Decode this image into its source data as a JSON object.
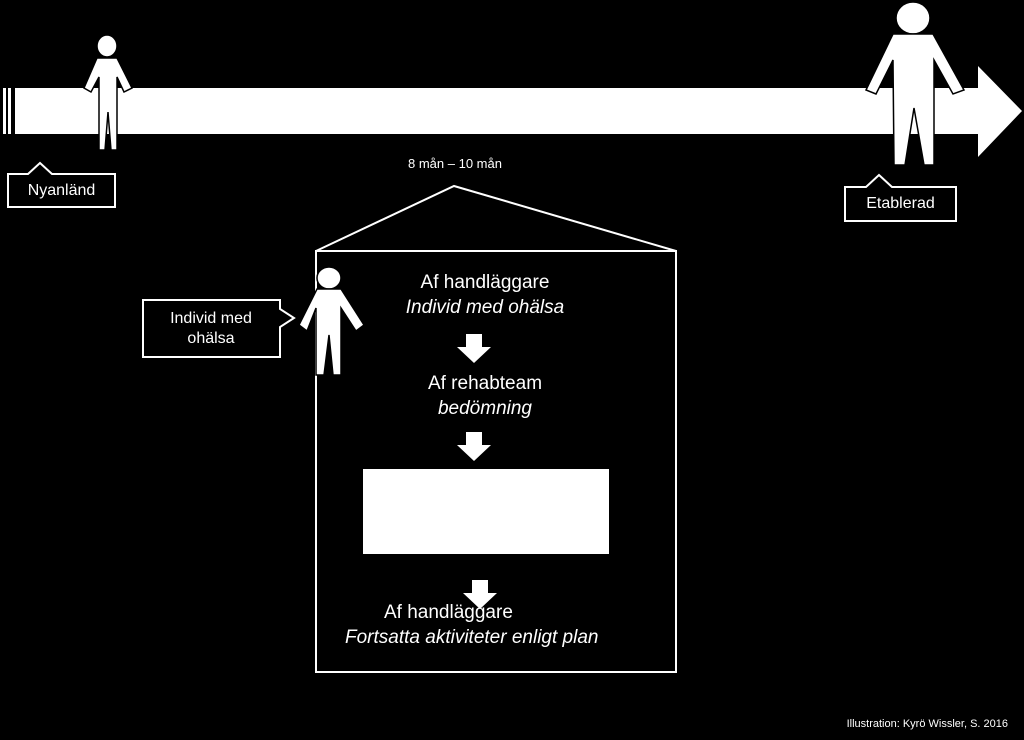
{
  "timeline": {
    "start_label": "Nyanländ",
    "end_label": "Etablerad",
    "period_label": "8 mån – 10 mån"
  },
  "individual": {
    "label": "Individ med ohälsa"
  },
  "steps": [
    {
      "role": "Af handläggare",
      "description": "Individ med ohälsa"
    },
    {
      "role": "Af rehabteam",
      "description": "bedömning"
    },
    {
      "role": "Af handläggare",
      "description": "Fortsatta aktiviteter enligt plan"
    }
  ],
  "credit": "Illustration:  Kyrö Wissler, S. 2016",
  "colors": {
    "background": "#000000",
    "foreground": "#ffffff"
  }
}
